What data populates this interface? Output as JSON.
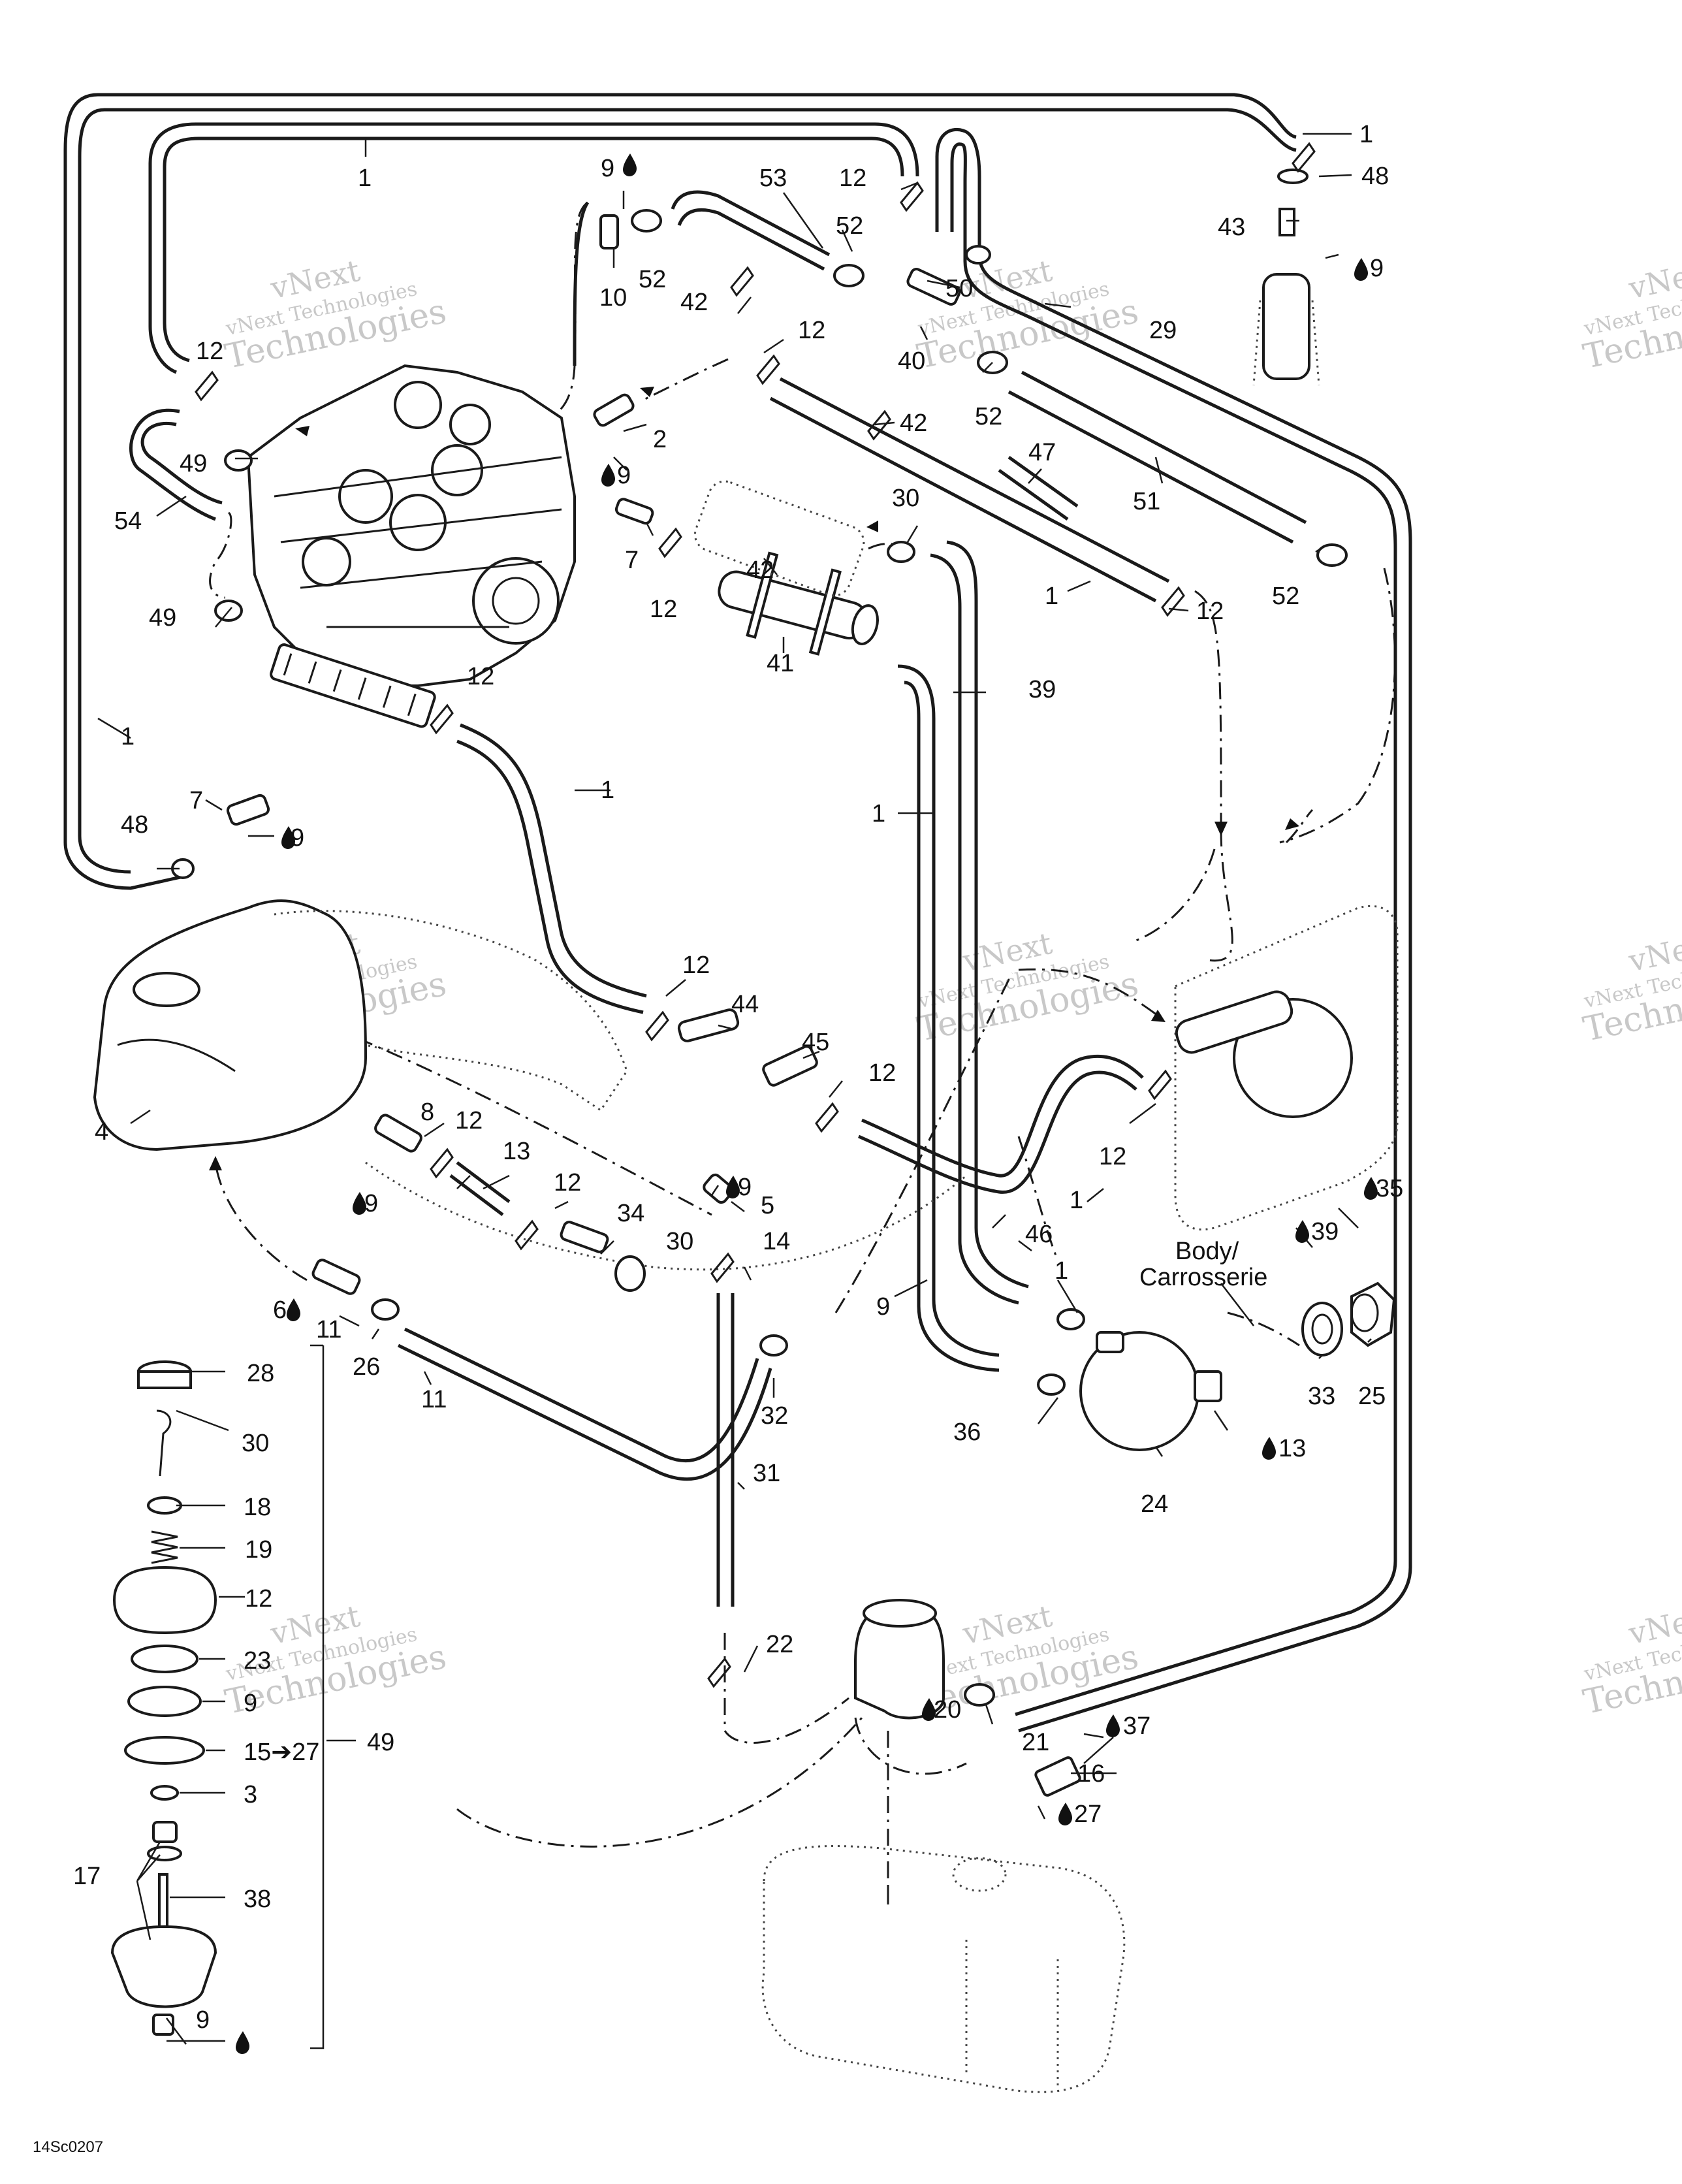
{
  "watermark": {
    "line1": "vNext",
    "line2": "vNext Technologies",
    "line3": "Technologies"
  },
  "drawing_code": "14Sc0207",
  "callouts": [
    {
      "id": "c-1a",
      "text": "1"
    },
    {
      "id": "c-1b",
      "text": "1"
    },
    {
      "id": "c-48a",
      "text": "48"
    },
    {
      "id": "c-9a",
      "text": "9"
    },
    {
      "id": "c-53",
      "text": "53"
    },
    {
      "id": "c-12a",
      "text": "12"
    },
    {
      "id": "c-43",
      "text": "43"
    },
    {
      "id": "c-9b",
      "text": "9"
    },
    {
      "id": "c-52a",
      "text": "52"
    },
    {
      "id": "c-52b",
      "text": "52"
    },
    {
      "id": "c-10",
      "text": "10"
    },
    {
      "id": "c-50",
      "text": "50"
    },
    {
      "id": "c-42a",
      "text": "42"
    },
    {
      "id": "c-29",
      "text": "29"
    },
    {
      "id": "c-40",
      "text": "40"
    },
    {
      "id": "c-12b",
      "text": "12"
    },
    {
      "id": "c-12c",
      "text": "12"
    },
    {
      "id": "c-52c",
      "text": "52"
    },
    {
      "id": "c-2",
      "text": "2"
    },
    {
      "id": "c-42b",
      "text": "42"
    },
    {
      "id": "c-49a",
      "text": "49"
    },
    {
      "id": "c-47",
      "text": "47"
    },
    {
      "id": "c-9c",
      "text": "9"
    },
    {
      "id": "c-51",
      "text": "51"
    },
    {
      "id": "c-54",
      "text": "54"
    },
    {
      "id": "c-30a",
      "text": "30"
    },
    {
      "id": "c-7a",
      "text": "7"
    },
    {
      "id": "c-42c",
      "text": "42"
    },
    {
      "id": "c-12d",
      "text": "12"
    },
    {
      "id": "c-1c",
      "text": "1"
    },
    {
      "id": "c-52d",
      "text": "52"
    },
    {
      "id": "c-12e",
      "text": "12"
    },
    {
      "id": "c-49b",
      "text": "49"
    },
    {
      "id": "c-41",
      "text": "41"
    },
    {
      "id": "c-39a",
      "text": "39"
    },
    {
      "id": "c-12f",
      "text": "12"
    },
    {
      "id": "c-1d",
      "text": "1"
    },
    {
      "id": "c-1e",
      "text": "1"
    },
    {
      "id": "c-7b",
      "text": "7"
    },
    {
      "id": "c-1f",
      "text": "1"
    },
    {
      "id": "c-48b",
      "text": "48"
    },
    {
      "id": "c-9d",
      "text": "9"
    },
    {
      "id": "c-12g",
      "text": "12"
    },
    {
      "id": "c-44",
      "text": "44"
    },
    {
      "id": "c-45",
      "text": "45"
    },
    {
      "id": "c-12h",
      "text": "12"
    },
    {
      "id": "c-8",
      "text": "8"
    },
    {
      "id": "c-12i",
      "text": "12"
    },
    {
      "id": "c-13a",
      "text": "13"
    },
    {
      "id": "c-4",
      "text": "4"
    },
    {
      "id": "c-12j",
      "text": "12"
    },
    {
      "id": "c-1g",
      "text": "1"
    },
    {
      "id": "c-9e",
      "text": "9"
    },
    {
      "id": "c-9f",
      "text": "9"
    },
    {
      "id": "c-5",
      "text": "5"
    },
    {
      "id": "c-35",
      "text": "35"
    },
    {
      "id": "c-12k",
      "text": "12"
    },
    {
      "id": "c-14",
      "text": "14"
    },
    {
      "id": "c-34",
      "text": "34"
    },
    {
      "id": "c-39b",
      "text": "39"
    },
    {
      "id": "c-46",
      "text": "46"
    },
    {
      "id": "c-30b",
      "text": "30"
    },
    {
      "id": "c-1h",
      "text": "1"
    },
    {
      "id": "c-9g",
      "text": "9"
    },
    {
      "id": "c-6",
      "text": "6"
    },
    {
      "id": "c-11a",
      "text": "11"
    },
    {
      "id": "c-26",
      "text": "26"
    },
    {
      "id": "c-28",
      "text": "28"
    },
    {
      "id": "c-11b",
      "text": "11"
    },
    {
      "id": "c-32",
      "text": "32"
    },
    {
      "id": "c-33",
      "text": "33"
    },
    {
      "id": "c-25",
      "text": "25"
    },
    {
      "id": "c-30c",
      "text": "30"
    },
    {
      "id": "c-36",
      "text": "36"
    },
    {
      "id": "c-13b",
      "text": "13"
    },
    {
      "id": "c-31",
      "text": "31"
    },
    {
      "id": "c-24",
      "text": "24"
    },
    {
      "id": "c-18",
      "text": "18"
    },
    {
      "id": "c-19",
      "text": "19"
    },
    {
      "id": "c-12l",
      "text": "12"
    },
    {
      "id": "c-22",
      "text": "22"
    },
    {
      "id": "c-23",
      "text": "23"
    },
    {
      "id": "c-9h",
      "text": "9"
    },
    {
      "id": "c-20",
      "text": "20"
    },
    {
      "id": "c-15-27",
      "text": "15➔27"
    },
    {
      "id": "c-49c",
      "text": "49"
    },
    {
      "id": "c-21",
      "text": "21"
    },
    {
      "id": "c-3",
      "text": "3"
    },
    {
      "id": "c-37",
      "text": "37"
    },
    {
      "id": "c-16",
      "text": "16"
    },
    {
      "id": "c-17",
      "text": "17"
    },
    {
      "id": "c-38",
      "text": "38"
    },
    {
      "id": "c-27",
      "text": "27"
    },
    {
      "id": "c-9i",
      "text": "9"
    }
  ],
  "body_label": {
    "line1": "Body/",
    "line2": "Carrosserie"
  }
}
